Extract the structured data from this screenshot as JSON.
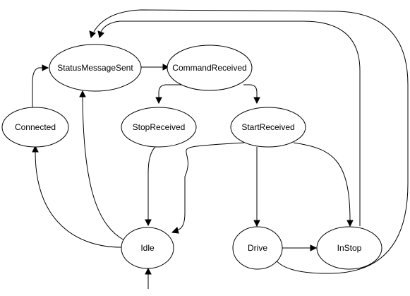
{
  "diagram": {
    "type": "state-machine",
    "colors": {
      "stroke": "#000000",
      "fill": "#ffffff",
      "text": "#000000"
    },
    "nodes": {
      "status_message_sent": {
        "label": "StatusMessageSent"
      },
      "command_received": {
        "label": "CommandReceived"
      },
      "connected": {
        "label": "Connected"
      },
      "stop_received": {
        "label": "StopReceived"
      },
      "start_received": {
        "label": "StartReceived"
      },
      "idle": {
        "label": "Idle"
      },
      "drive": {
        "label": "Drive"
      },
      "in_stop": {
        "label": "InStop"
      }
    },
    "edges": [
      {
        "from": "status_message_sent",
        "to": "command_received"
      },
      {
        "from": "command_received",
        "to": "stop_received"
      },
      {
        "from": "command_received",
        "to": "start_received"
      },
      {
        "from": "connected",
        "to": "status_message_sent"
      },
      {
        "from": "stop_received",
        "to": "idle"
      },
      {
        "from": "start_received",
        "to": "idle"
      },
      {
        "from": "start_received",
        "to": "drive"
      },
      {
        "from": "start_received",
        "to": "in_stop"
      },
      {
        "from": "idle",
        "to": "status_message_sent"
      },
      {
        "from": "idle",
        "to": "connected"
      },
      {
        "from": "drive",
        "to": "in_stop"
      },
      {
        "from": "in_stop",
        "to": "status_message_sent"
      },
      {
        "from": "drive",
        "to": "status_message_sent"
      },
      {
        "from": "initial",
        "to": "idle"
      }
    ]
  }
}
